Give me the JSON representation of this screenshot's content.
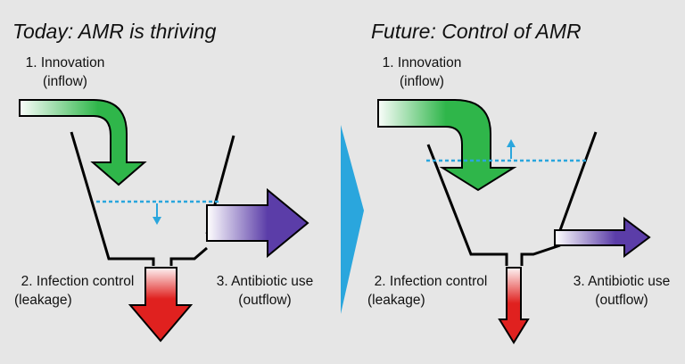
{
  "left_panel": {
    "title": "Today: AMR is thriving",
    "innovation": {
      "line1": "1. Innovation",
      "line2": "(inflow)"
    },
    "infection": {
      "line1": "2. Infection control",
      "line2": "(leakage)"
    },
    "antibiotic": {
      "line1": "3. Antibiotic use",
      "line2": "(outflow)"
    }
  },
  "right_panel": {
    "title": "Future: Control of AMR",
    "innovation": {
      "line1": "1. Innovation",
      "line2": "(inflow)"
    },
    "infection": {
      "line1": "2. Infection control",
      "line2": "(leakage)"
    },
    "antibiotic": {
      "line1": "3. Antibiotic use",
      "line2": "(outflow)"
    }
  },
  "colors": {
    "background": "#e6e6e6",
    "inflow": "#2fb64a",
    "leakage": "#e0211f",
    "outflow": "#5b3da8",
    "level": "#2aa6dd",
    "divider_arrow": "#2aa6dd"
  }
}
